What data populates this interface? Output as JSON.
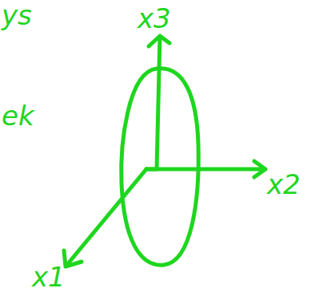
{
  "diagram": {
    "labels": [
      "ys",
      "ek",
      "x3",
      "x2",
      "x1"
    ]
  }
}
